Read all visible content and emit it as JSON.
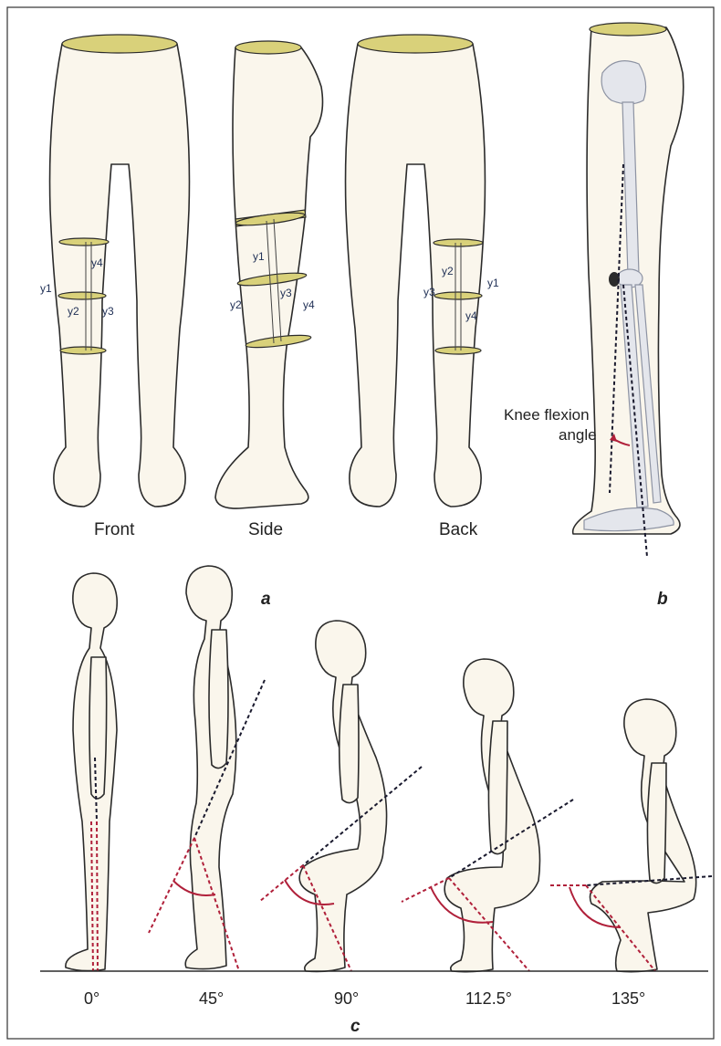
{
  "panel_a": {
    "label": "a",
    "views": [
      {
        "name": "Front",
        "markers": [
          "y1",
          "y2",
          "y3",
          "y4"
        ]
      },
      {
        "name": "Side",
        "markers": [
          "y1",
          "y2",
          "y3",
          "y4"
        ]
      },
      {
        "name": "Back",
        "markers": [
          "y1",
          "y2",
          "y3",
          "y4"
        ]
      }
    ]
  },
  "panel_b": {
    "label": "b",
    "annotation_line1": "Knee flexion",
    "annotation_line2": "angle"
  },
  "panel_c": {
    "label": "c",
    "angles": [
      "0°",
      "45°",
      "90°",
      "112.5°",
      "135°"
    ]
  },
  "colors": {
    "skin": "#faf6ec",
    "band": "#d9d17a",
    "angle_red": "#b0203a",
    "dashed_line": "#1a1a2e"
  }
}
